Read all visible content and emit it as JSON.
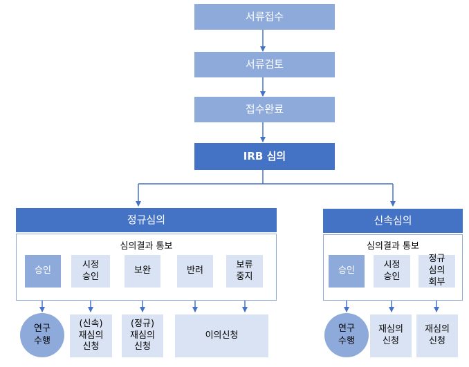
{
  "flow": {
    "step1": "서류접수",
    "step2": "서류검토",
    "step3": "접수완료",
    "step4": "IRB 심의"
  },
  "regular": {
    "title": "정규심의",
    "result_title": "심의결과 통보",
    "options": [
      "승인",
      "시정\n승인",
      "보완",
      "반려",
      "보류\n중지"
    ],
    "results": {
      "r1": "연구\n수행",
      "r2": "(신속)\n재심의\n신청",
      "r3": "(정규)\n재심의\n신청",
      "r4": "이의신청"
    }
  },
  "expedited": {
    "title": "신속심의",
    "result_title": "심의결과 통보",
    "options": [
      "승인",
      "시정\n승인",
      "정규\n심의\n회부"
    ],
    "results": {
      "r1": "연구\n수행",
      "r2": "재심의\n신청",
      "r3": "재심의\n신청"
    }
  },
  "colors": {
    "light_blue": "#8eaadb",
    "dark_blue": "#4472c4",
    "pale_blue": "#dae3f3"
  }
}
